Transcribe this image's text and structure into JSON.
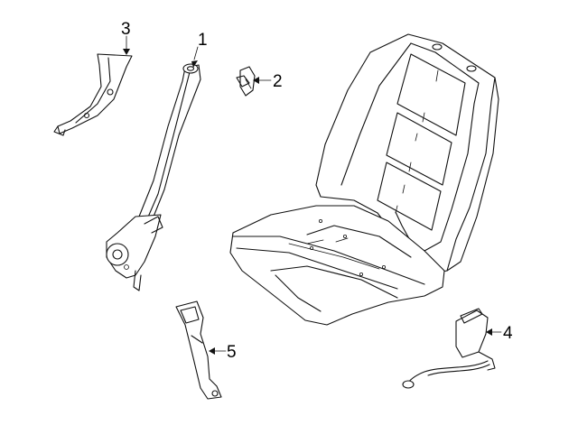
{
  "callouts": [
    {
      "number": "1",
      "part": "shoulder-belt-retractor"
    },
    {
      "number": "2",
      "part": "belt-guide-clip"
    },
    {
      "number": "3",
      "part": "mounting-bracket"
    },
    {
      "number": "4",
      "part": "buckle-with-wire"
    },
    {
      "number": "5",
      "part": "buckle-strap"
    }
  ],
  "colors": {
    "line": "#111111",
    "background": "#ffffff"
  }
}
